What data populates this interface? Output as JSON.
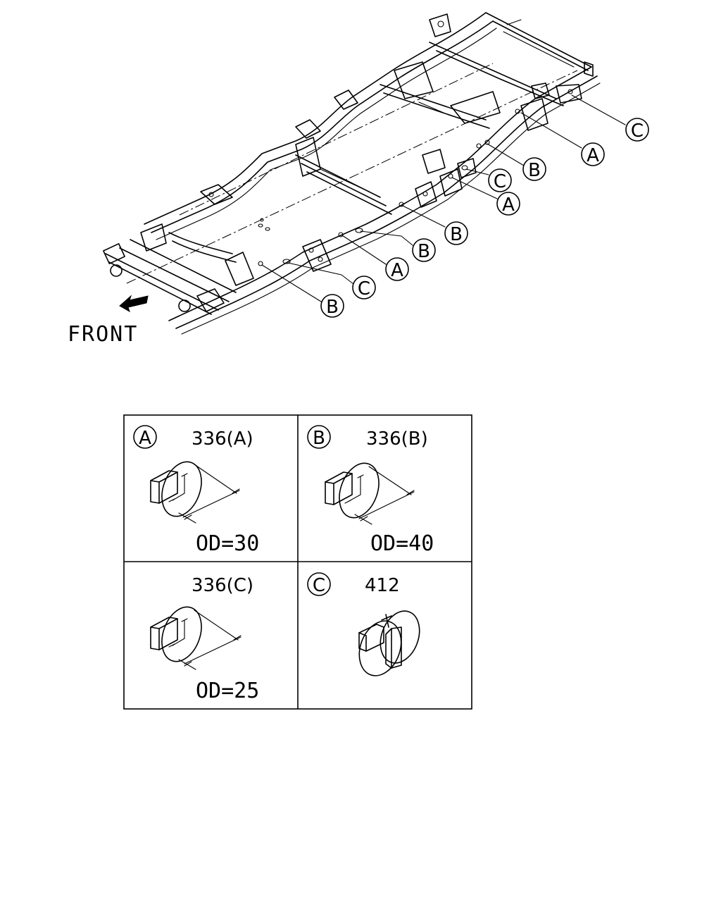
{
  "diagram": {
    "front_label": "FRONT",
    "callouts": [
      {
        "id": "callout-c-1",
        "letter": "C"
      },
      {
        "id": "callout-a-1",
        "letter": "A"
      },
      {
        "id": "callout-b-1",
        "letter": "B"
      },
      {
        "id": "callout-c-2",
        "letter": "C"
      },
      {
        "id": "callout-a-2",
        "letter": "A"
      },
      {
        "id": "callout-b-2",
        "letter": "B"
      },
      {
        "id": "callout-b-3",
        "letter": "B"
      },
      {
        "id": "callout-a-3",
        "letter": "A"
      },
      {
        "id": "callout-c-3",
        "letter": "C"
      },
      {
        "id": "callout-b-4",
        "letter": "B"
      }
    ]
  },
  "legend": {
    "cells": [
      {
        "letter": "A",
        "part": "336(A)",
        "od": "OD=30"
      },
      {
        "letter": "B",
        "part": "336(B)",
        "od": "OD=40"
      },
      {
        "letter": "",
        "part": "336(C)",
        "od": "OD=25"
      },
      {
        "letter": "C",
        "part": "412",
        "od": ""
      }
    ]
  }
}
